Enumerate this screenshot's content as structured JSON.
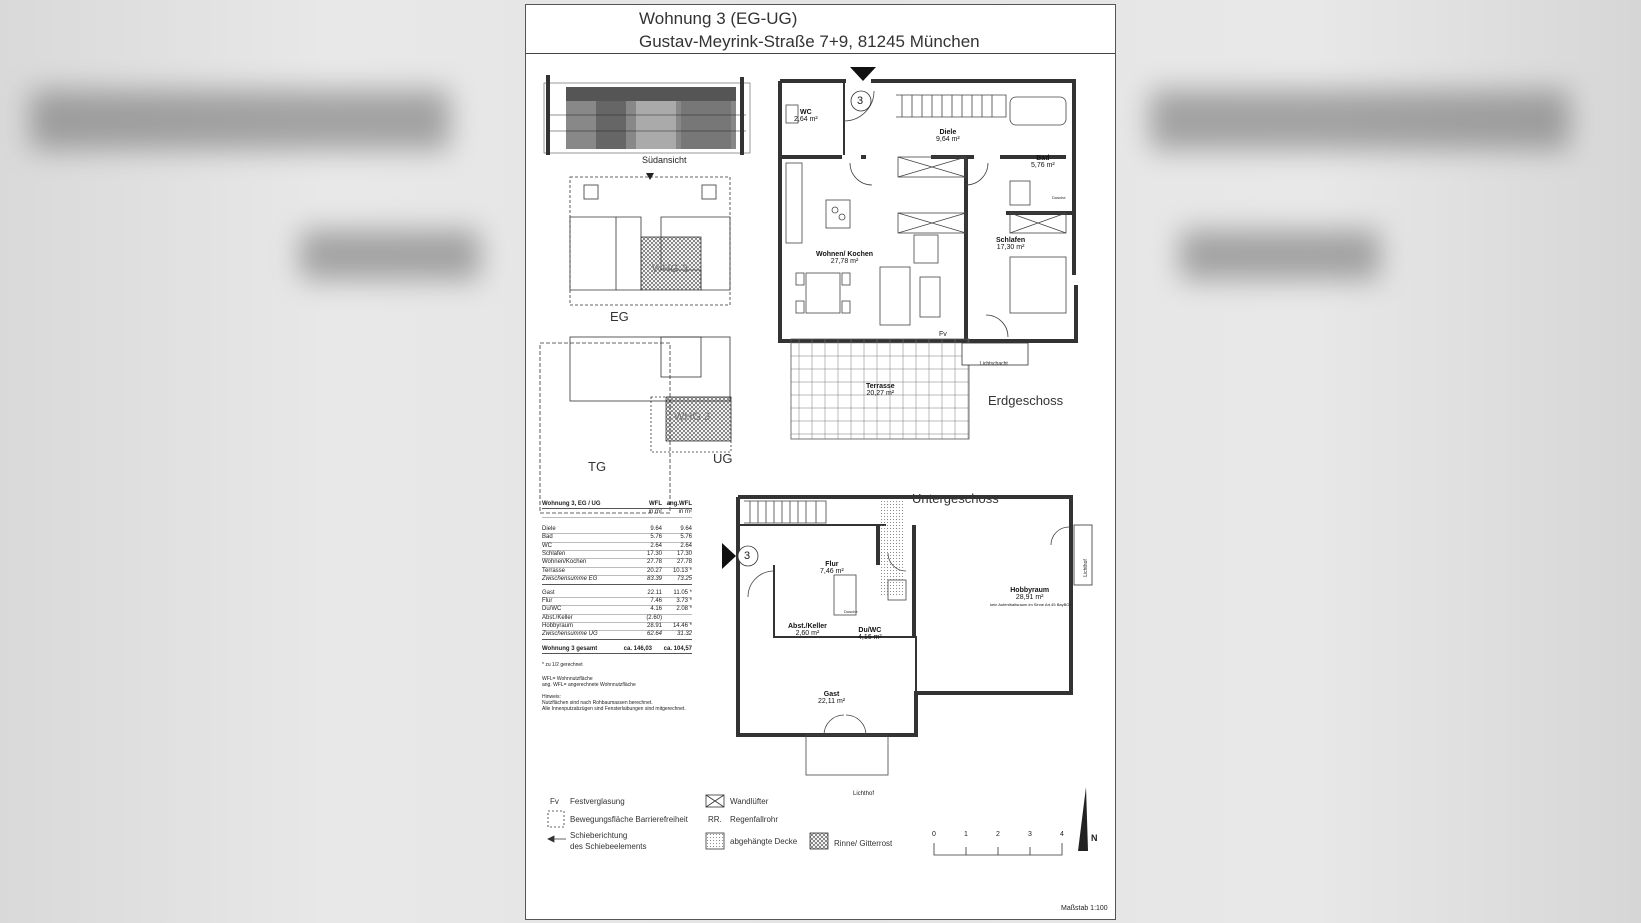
{
  "header": {
    "title": "Wohnung 3 (EG-UG)",
    "address": "Gustav-Meyrink-Straße 7+9, 81245 München"
  },
  "site": {
    "elevation_caption": "Südansicht",
    "eg_label": "EG",
    "ug_label": "UG",
    "tg_label": "TG",
    "unit_tag": "WHG 3"
  },
  "floors": {
    "eg_title": "Erdgeschoss",
    "ug_title": "Untergeschoss",
    "entry_number": "3",
    "fv_mark": "Fv",
    "lichtschacht": "Lichtschacht",
    "lichthof": "Lichthof"
  },
  "rooms_eg": [
    {
      "name": "WC",
      "area": "2,64 m²"
    },
    {
      "name": "Diele",
      "area": "9,64 m²"
    },
    {
      "name": "Bad",
      "area": "5,76 m²"
    },
    {
      "name": "Wohnen/ Kochen",
      "area": "27,78 m²"
    },
    {
      "name": "Schlafen",
      "area": "17,30 m²"
    },
    {
      "name": "Terrasse",
      "area": "20,27 m²"
    }
  ],
  "rooms_ug": [
    {
      "name": "Flur",
      "area": "7,46 m²"
    },
    {
      "name": "Hobbyraum",
      "area": "28,91 m²",
      "note": "kein Aufenthaltsraum im Sinne Art.45 BayBO"
    },
    {
      "name": "Abst./Keller",
      "area": "2,60 m²"
    },
    {
      "name": "Du/WC",
      "area": "4,16 m²"
    },
    {
      "name": "Gast",
      "area": "22,11 m²"
    }
  ],
  "fixtures": {
    "dusche": "Dusche"
  },
  "area_table": {
    "title": "Wohnung 3, EG / UG",
    "col_wfl": "WFL",
    "col_ang": "ang.WFL",
    "unit": "in m²",
    "eg_rows": [
      [
        "Diele",
        "9.64",
        "9.64"
      ],
      [
        "Bad",
        "5.76",
        "5.76"
      ],
      [
        "WC",
        "2.64",
        "2.64"
      ],
      [
        "Schlafen",
        "17.30",
        "17.30"
      ],
      [
        "Wohnen/Kochen",
        "27.78",
        "27.78"
      ],
      [
        "Terrasse",
        "20.27",
        "10.13 *"
      ]
    ],
    "eg_sum": [
      "Zwischensumme EG",
      "83.39",
      "73.25"
    ],
    "ug_rows": [
      [
        "Gast",
        "22.11",
        "11.05 *"
      ],
      [
        "Flur",
        "7.46",
        "3.73 *"
      ],
      [
        "Du/WC",
        "4.16",
        "2.08 *"
      ],
      [
        "Abst./Keller",
        "(2.60)",
        ""
      ],
      [
        "Hobbyraum",
        "28.91",
        "14.46 *"
      ]
    ],
    "ug_sum": [
      "Zwischensumme UG",
      "62.64",
      "31.32"
    ],
    "total": [
      "Wohnung 3 gesamt",
      "ca. 146,03",
      "ca. 104,57"
    ],
    "footnote": "* zu 1/2 gerechnet",
    "abbr1": "WFL= Wohnnutzfläche",
    "abbr2": "ang. WFL= angerechnete Wohnnutzfläche",
    "hint_title": "Hinweis:",
    "hint1": "Nutzflächen sind nach Rohbaumassen berechnet.",
    "hint2": "Alle Innenputzabzügen sind Fensterlaibungen sind mitgerechnet."
  },
  "legend": {
    "fv_code": "Fv",
    "fv_text": "Festverglasung",
    "bewegung": "Bewegungsfläche Barrierefreiheit",
    "schiebe1": "Schieberichtung",
    "schiebe2": "des Schiebeelements",
    "wandlufter": "Wandlüfter",
    "rr_code": "RR.",
    "rr_text": "Regenfallrohr",
    "decke": "abgehängte Decke",
    "rinne": "Rinne/ Gitterrost"
  },
  "scale": {
    "ticks": [
      "0",
      "1",
      "2",
      "3",
      "4"
    ],
    "label": "Maßstab 1:100",
    "north": "N"
  }
}
